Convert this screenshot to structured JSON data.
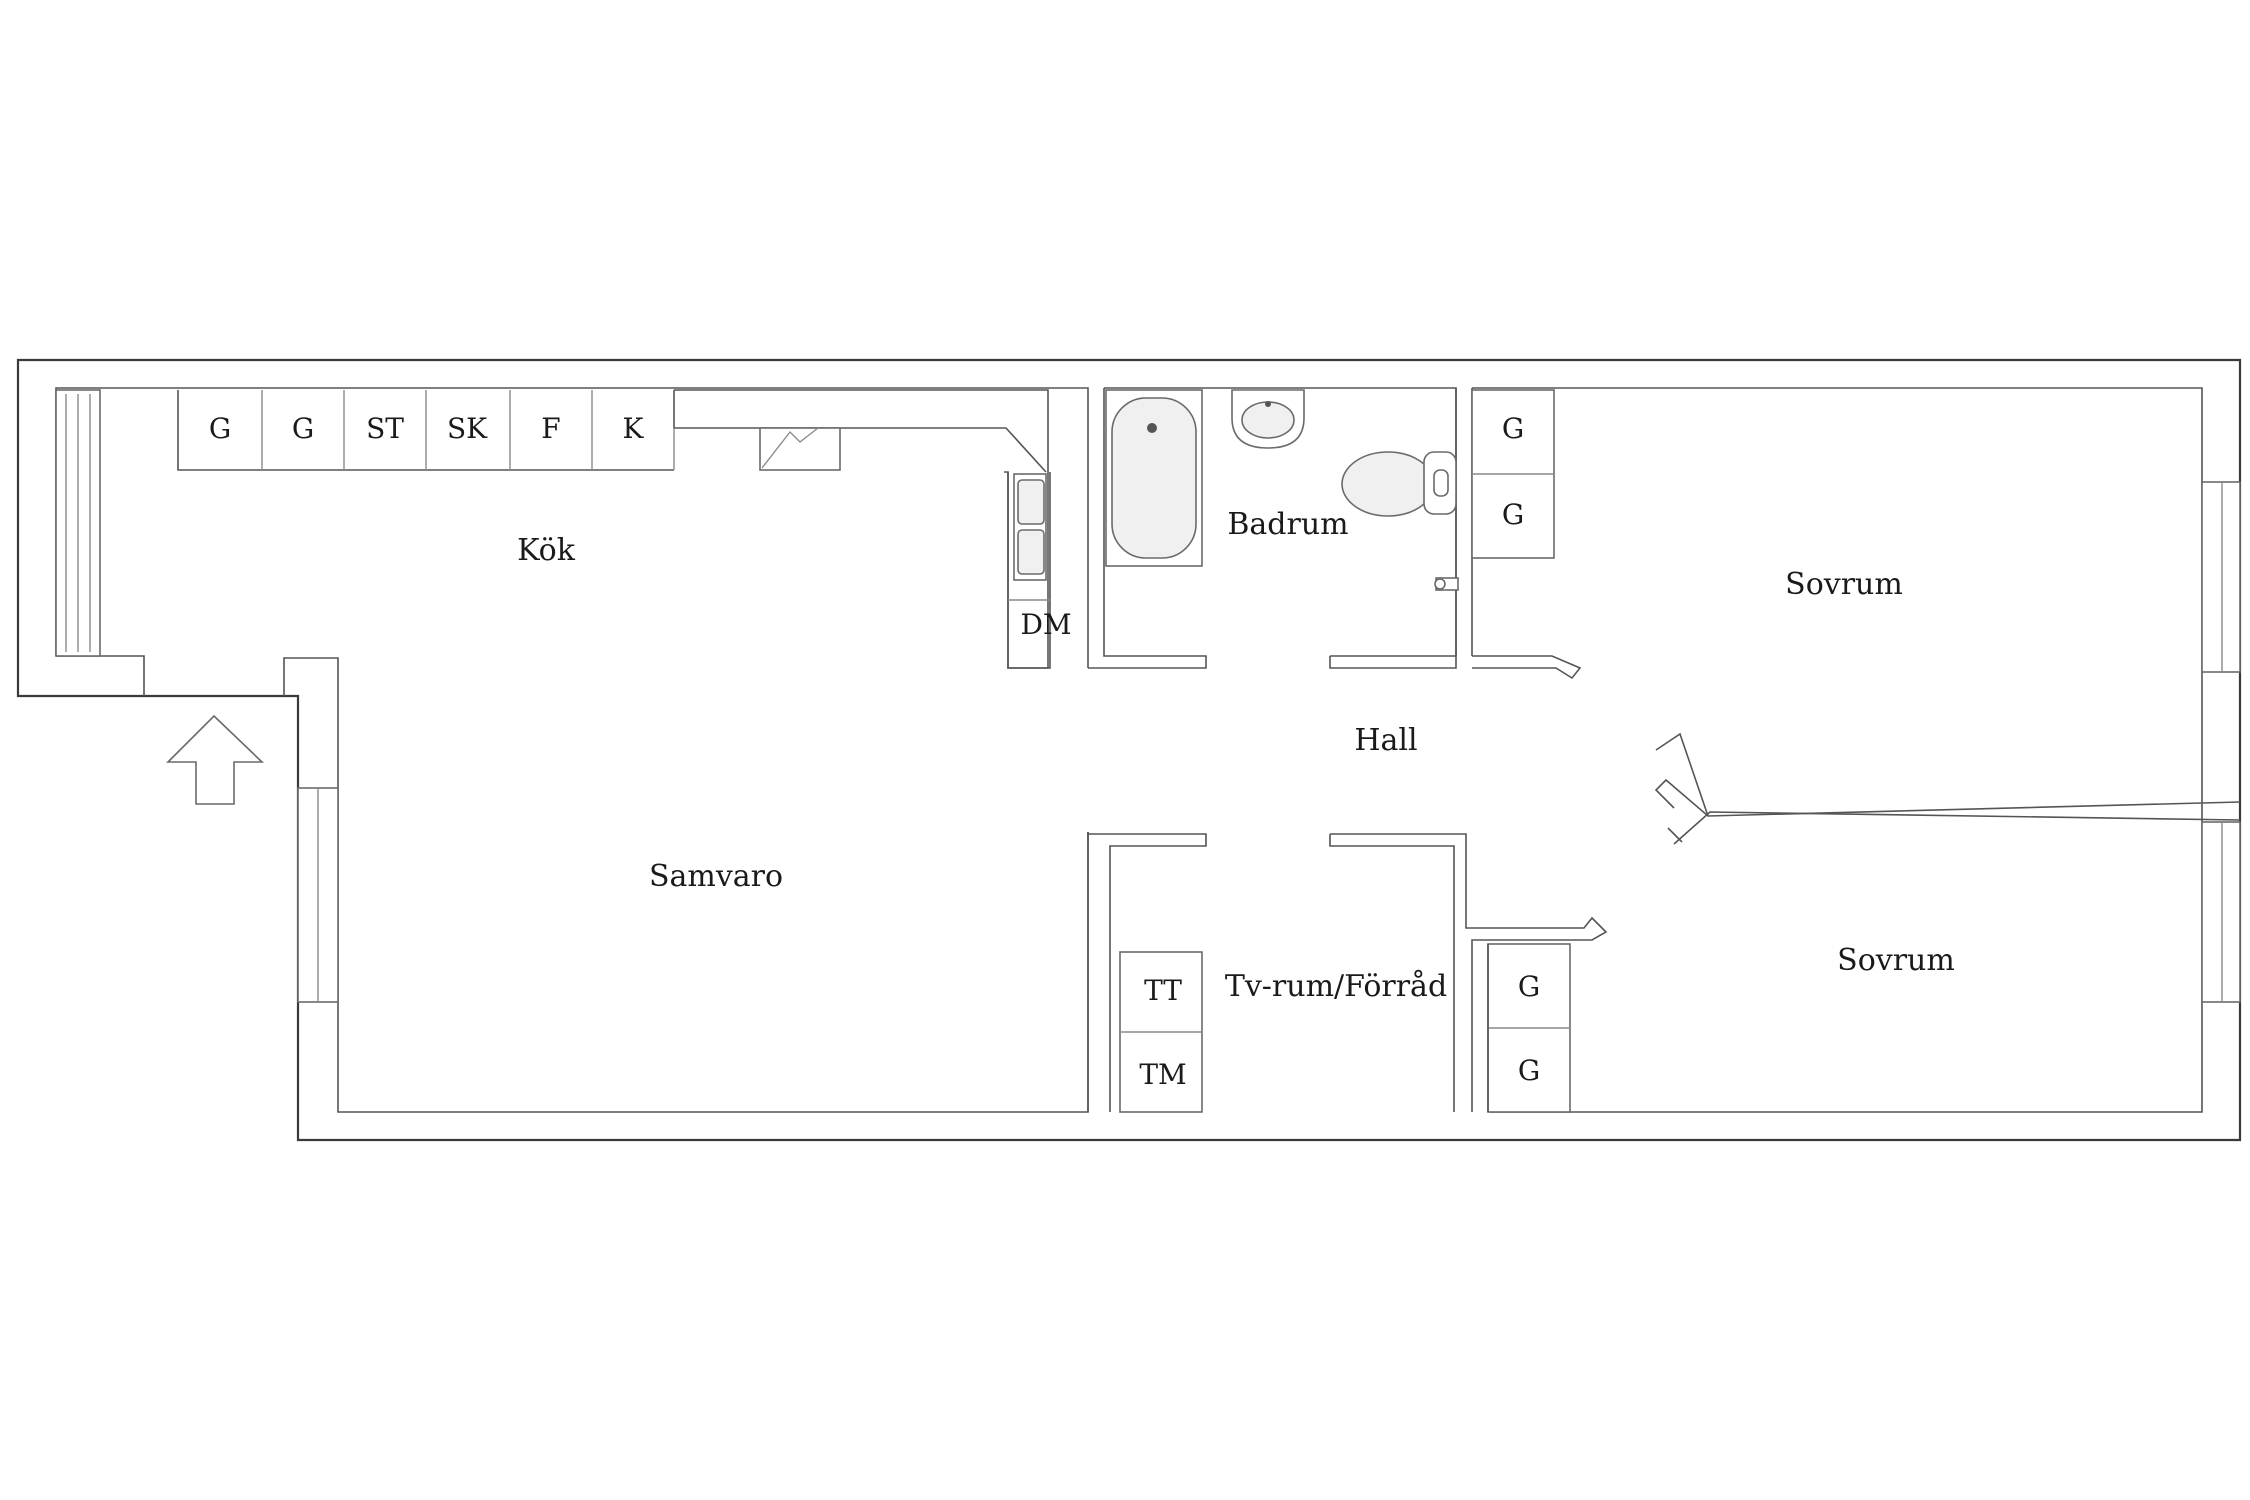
{
  "rooms": {
    "kitchen": "Kök",
    "living": "Samvaro",
    "bathroom": "Badrum",
    "hall": "Hall",
    "bedroom_1": "Sovrum",
    "bedroom_2": "Sovrum",
    "tv_storage": "Tv-rum/Förråd"
  },
  "kitchen_cabinets": [
    "G",
    "G",
    "ST",
    "SK",
    "F",
    "K"
  ],
  "dishwasher": "DM",
  "laundry": {
    "dryer": "TT",
    "washer": "TM"
  },
  "wardrobes": {
    "bedroom_1": [
      "G",
      "G"
    ],
    "bedroom_2": [
      "G",
      "G"
    ]
  },
  "icons": [
    "entrance-arrow-icon",
    "bathtub-icon",
    "sink-icon",
    "toilet-icon",
    "kitchen-sink-icon",
    "radiator-icon",
    "window-icon"
  ]
}
